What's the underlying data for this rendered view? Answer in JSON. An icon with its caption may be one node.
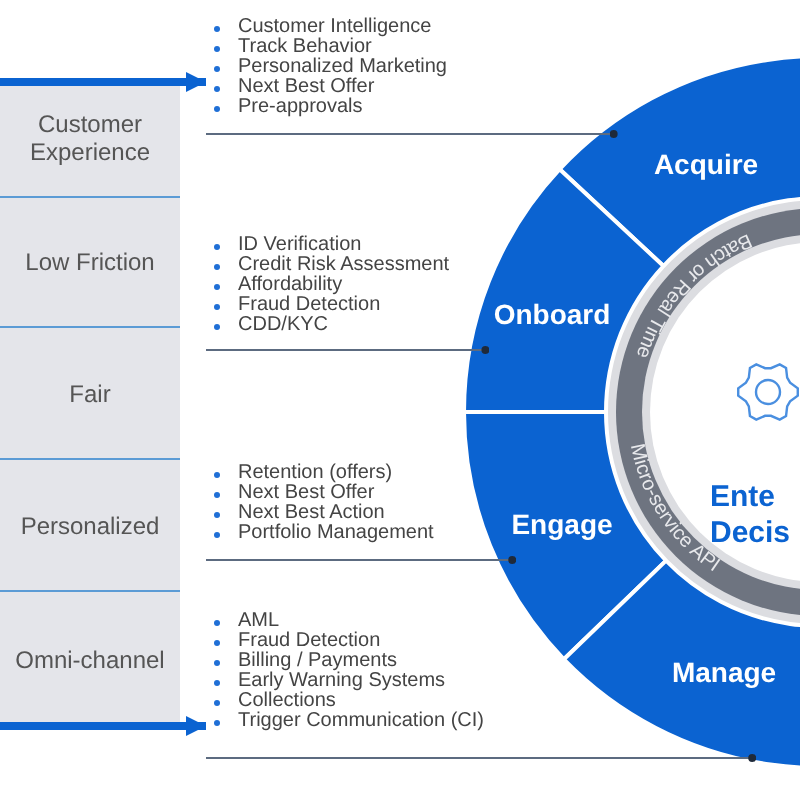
{
  "diagram": {
    "nodes": [
      {
        "text": [],
        "shape": "box"
      },
      {
        "text": [
          "Customer Experience"
        ],
        "in": 0
      },
      {
        "text": [
          "Low Friction"
        ],
        "in": 0
      },
      {
        "text": [
          "Fair"
        ],
        "in": 0
      },
      {
        "text": [
          "Personalized"
        ],
        "in": 0
      },
      {
        "text": [
          "Omni-channel"
        ],
        "in": 0
      },
      {
        "text": [
          "Customer Intelligence",
          "Track Behavior",
          "Personalized Marketing",
          "Next Best Offer",
          "Pre-approvals"
        ]
      },
      {
        "text": [
          "ID Verification",
          "Credit Risk Assessment",
          "Affordability",
          "Fraud Detection",
          "CDD/KYC"
        ]
      },
      {
        "text": [
          "Retention (offers)",
          "Next Best Offer",
          "Next Best Action",
          "Portfolio Management"
        ]
      },
      {
        "text": [
          "AML",
          "Fraud Detection",
          "Billing / Payments",
          "Early Warning Systems",
          "Collections",
          "Trigger Communication (CI)"
        ]
      },
      {
        "text": [
          "Acquire"
        ]
      },
      {
        "text": [
          "Onboard"
        ]
      },
      {
        "text": [
          "Engage"
        ]
      },
      {
        "text": [
          "Manage"
        ]
      },
      {
        "text": [
          "Ente Decis"
        ]
      }
    ],
    "edges": [
      {
        "from": 6,
        "to": 10,
        "arrow": "other"
      },
      {
        "from": 7,
        "to": 11,
        "arrow": "other"
      },
      {
        "from": 8,
        "to": 12,
        "arrow": "other"
      },
      {
        "from": 9,
        "to": 13,
        "arrow": "other"
      },
      {
        "from": 0,
        "to": 6,
        "arrow": "to",
        "style": "thick",
        "color": "#0b63d1"
      },
      {
        "from": 0,
        "to": 9,
        "arrow": "to",
        "style": "thick",
        "color": "#0b63d1"
      }
    ],
    "labels": [
      "Batch or Real Time",
      "Micro-service API"
    ]
  }
}
